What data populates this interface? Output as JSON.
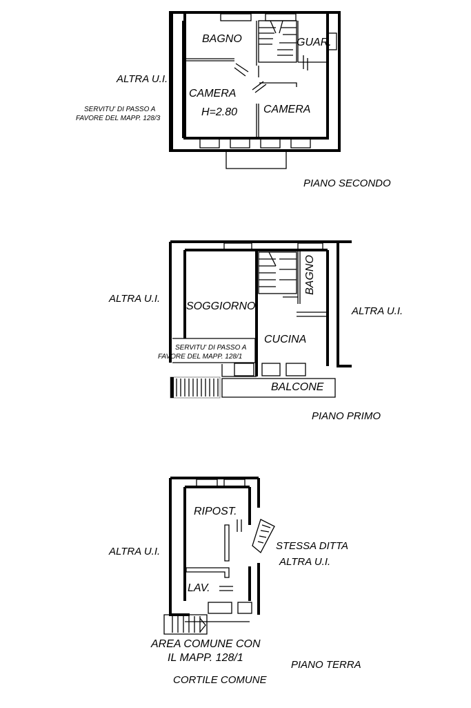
{
  "piano_secondo": {
    "title": "PIANO SECONDO",
    "rooms": {
      "bagno": "BAGNO",
      "guardaroba": "GUAR.",
      "camera_left": "CAMERA",
      "camera_left_height": "H=2.80",
      "camera_right": "CAMERA"
    },
    "side_left": "ALTRA U.I.",
    "servitu_line1": "SERVITU' DI PASSO A",
    "servitu_line2": "FAVORE DEL MAPP. 128/3"
  },
  "piano_primo": {
    "title": "PIANO PRIMO",
    "rooms": {
      "bagno": "BAGNO",
      "soggiorno": "SOGGIORNO",
      "cucina": "CUCINA",
      "balcone": "BALCONE"
    },
    "side_left": "ALTRA U.I.",
    "side_right": "ALTRA U.I.",
    "servitu_line1": "SERVITU' DI PASSO A",
    "servitu_line2": "FAVORE DEL MAPP. 128/1"
  },
  "piano_terra": {
    "title": "PIANO TERRA",
    "rooms": {
      "ripostiglio": "RIPOST.",
      "lavanderia": "LAV."
    },
    "side_left": "ALTRA U.I.",
    "side_right_line1": "STESSA DITTA",
    "side_right_line2": "ALTRA U.I.",
    "area_line1": "AREA COMUNE CON",
    "area_line2": "IL MAPP. 128/1",
    "cortile": "CORTILE COMUNE"
  }
}
